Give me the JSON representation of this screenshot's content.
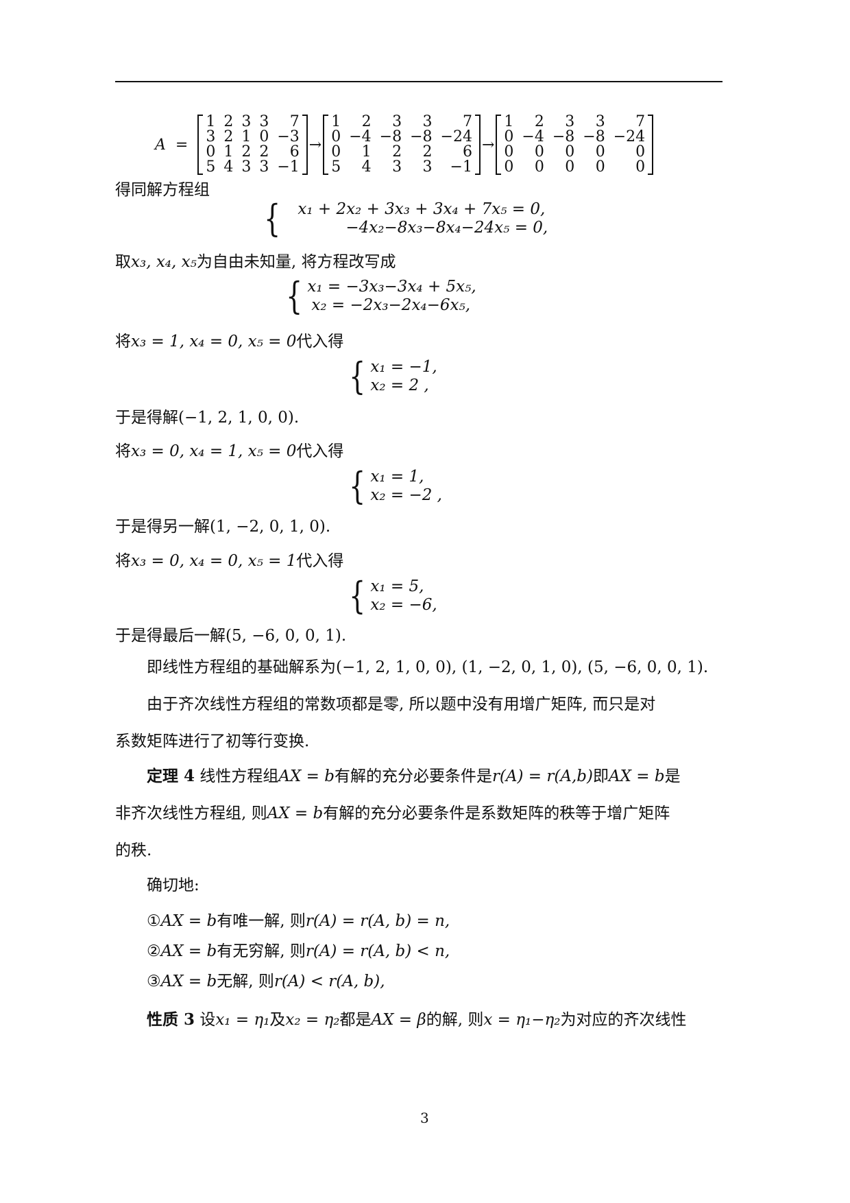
{
  "page": {
    "page_number": "3"
  },
  "matrix_section": {
    "label": "A",
    "equals": "=",
    "arrow": "→",
    "matrices": [
      [
        [
          "1",
          "2",
          "3",
          "3",
          "7"
        ],
        [
          "3",
          "2",
          "1",
          "0",
          "−3"
        ],
        [
          "0",
          "1",
          "2",
          "2",
          "6"
        ],
        [
          "5",
          "4",
          "3",
          "3",
          "−1"
        ]
      ],
      [
        [
          "1",
          "2",
          "3",
          "3",
          "7"
        ],
        [
          "",
          "0",
          "−4",
          "−8",
          "−8",
          "−24"
        ],
        [
          "0",
          "1",
          "2",
          "2",
          "6"
        ],
        [
          "5",
          "4",
          "3",
          "3",
          "−1"
        ]
      ],
      [
        [
          "1",
          "2",
          "3",
          "3",
          "7"
        ],
        [
          "",
          "0",
          "−4",
          "−8",
          "−8",
          "−24"
        ],
        [
          "0",
          "0",
          "0",
          "0",
          "0"
        ],
        [
          "0",
          "0",
          "0",
          "0",
          "0"
        ]
      ]
    ]
  },
  "content": {
    "p1": "得同解方程组",
    "system1": {
      "line1": "x₁ + 2x₂ + 3x₃ + 3x₄ +  7x₅ = 0,",
      "line2": "−4x₂−8x₃−8x₄−24x₅ = 0,"
    },
    "p2_prefix": "取",
    "p2_vars": "x₃, x₄, x₅",
    "p2_suffix": "为自由未知量, 将方程改写成",
    "system2": {
      "line1": "x₁ = −3x₃−3x₄ +  5x₅,",
      "line2": "x₂ = −2x₃−2x₄−6x₅,"
    },
    "sub1": {
      "prefix": "将",
      "expr": "x₃ = 1, x₄ = 0, x₅ = 0",
      "suffix": "代入得",
      "line1": "x₁ = −1,",
      "line2": "x₂ = 2 ,",
      "result_prefix": "于是得解",
      "result": "(−1, 2, 1, 0, 0)."
    },
    "sub2": {
      "prefix": "将",
      "expr": "x₃ = 0, x₄ = 1, x₅ = 0",
      "suffix": "代入得",
      "line1": "x₁ = 1,",
      "line2": "x₂ = −2 ,",
      "result_prefix": "于是得另一解",
      "result": "(1, −2, 0, 1, 0)."
    },
    "sub3": {
      "prefix": "将",
      "expr": "x₃ = 0, x₄ = 0, x₅ = 1",
      "suffix": "代入得",
      "line1": "x₁ = 5,",
      "line2": "x₂ = −6,",
      "result_prefix": "于是得最后一解",
      "result": "(5, −6, 0, 0, 1)."
    },
    "basis_text": "即线性方程组的基础解系为(−1, 2, 1, 0, 0), (1, −2, 0, 1, 0), (5, −6, 0, 0, 1).",
    "note_line1": "由于齐次线性方程组的常数项都是零, 所以题中没有用增广矩阵, 而只是对",
    "note_line2": "系数矩阵进行了初等行变换.",
    "theorem": {
      "label": "定理 4",
      "line1_a": " 线性方程组",
      "line1_b": "AX = b",
      "line1_c": "有解的充分必要条件是",
      "line1_d": "r(A) =  r(A,b)",
      "line1_e": "即",
      "line1_f": "AX = b",
      "line1_g": "是",
      "line2_a": "非齐次线性方程组, 则",
      "line2_b": "AX = b",
      "line2_c": "有解的充分必要条件是系数矩阵的秩等于增广矩阵",
      "line3": "的秩."
    },
    "precisely": "确切地:",
    "cases": [
      {
        "num": "①",
        "eq": "AX = b",
        "text": "有唯一解, 则",
        "cond": "r(A) =  r(A, b) = n,"
      },
      {
        "num": "②",
        "eq": "AX = b",
        "text": "有无穷解, 则",
        "cond": "r(A) =  r(A, b) < n,"
      },
      {
        "num": "③",
        "eq": "AX = b",
        "text": "无解, 则",
        "cond": "r(A) < r(A, b),"
      }
    ],
    "property": {
      "label": "性质 3",
      "text_a": " 设",
      "expr_a": "x₁ = η₁",
      "text_b": "及",
      "expr_b": "x₂ = η₂",
      "text_c": "都是",
      "expr_c": "AX = β",
      "text_d": "的解, 则",
      "expr_d": "x = η₁−η₂",
      "text_e": "为对应的齐次线性"
    }
  }
}
